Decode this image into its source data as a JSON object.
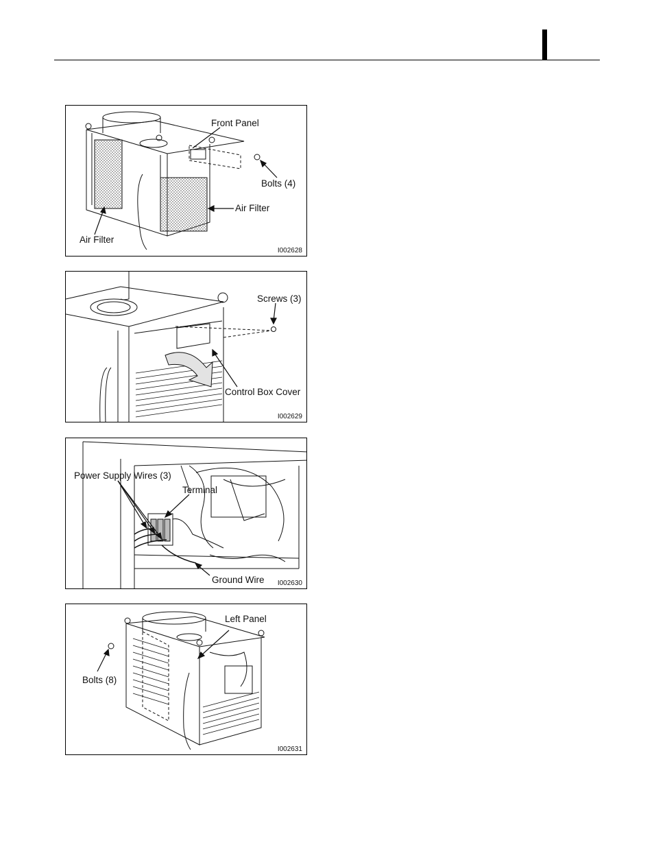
{
  "figures": [
    {
      "id": "I002628",
      "callouts": {
        "front_panel": "Front Panel",
        "bolts": "Bolts (4)",
        "air_filter_right": "Air Filter",
        "air_filter_left": "Air Filter"
      }
    },
    {
      "id": "I002629",
      "callouts": {
        "screws": "Screws (3)",
        "control_box_cover": "Control Box Cover"
      }
    },
    {
      "id": "I002630",
      "callouts": {
        "power_supply_wires": "Power Supply Wires (3)",
        "terminal": "Terminal",
        "ground_wire": "Ground Wire"
      }
    },
    {
      "id": "I002631",
      "callouts": {
        "left_panel": "Left Panel",
        "bolts": "Bolts (8)"
      }
    }
  ]
}
